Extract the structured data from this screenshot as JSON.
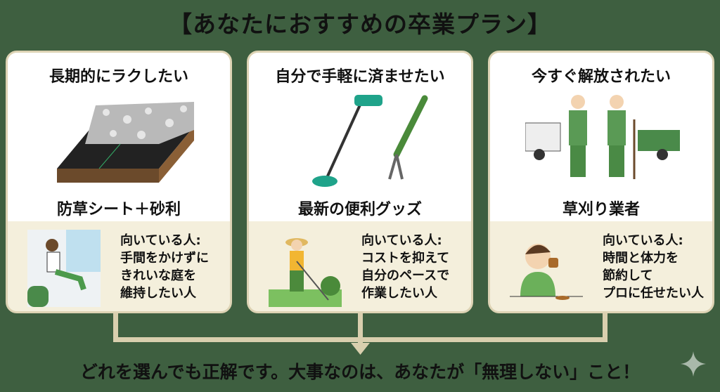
{
  "title": "【あなたにおすすめの卒業プラン】",
  "plans": [
    {
      "heading": "長期的にラクしたい",
      "caption": "防草シート＋砂利",
      "who_label": "向いている人:",
      "who_text": "手間をかけずに\nきれいな庭を\n維持したい人"
    },
    {
      "heading": "自分で手軽に済ませたい",
      "caption": "最新の便利グッズ",
      "who_label": "向いている人:",
      "who_text": "コストを抑えて\n自分のペースで\n作業したい人"
    },
    {
      "heading": "今すぐ解放されたい",
      "caption": "草刈り業者",
      "who_label": "向いている人:",
      "who_text": "時間と体力を\n節約して\nプロに任せたい人"
    }
  ],
  "footer": "どれを選んでも正解です。大事なのは、あなたが「無理しない」こと！",
  "colors": {
    "background": "#3e5f40",
    "card_bottom": "#f4efdc",
    "connector": "#d9cfae"
  }
}
